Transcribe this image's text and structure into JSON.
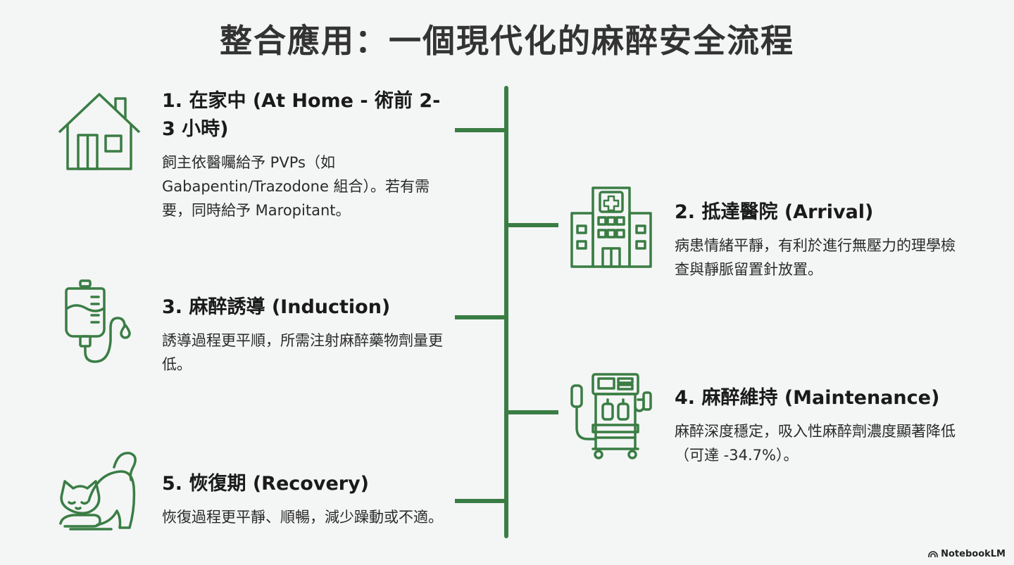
{
  "title": "整合應用：一個現代化的麻醉安全流程",
  "brand": "NotebookLM",
  "colors": {
    "accent": "#3a7d44",
    "text": "#1f1f1f",
    "background": "#f4f5f5"
  },
  "steps": [
    {
      "title": "1. 在家中 (At Home - 術前 2-3 小時)",
      "desc": "飼主依醫囑給予 PVPs（如 Gabapentin/Trazodone 組合）。若有需要，同時給予 Maropitant。",
      "icon": "house-icon"
    },
    {
      "title": "2. 抵達醫院 (Arrival)",
      "desc": "病患情緒平靜，有利於進行無壓力的理學檢查與靜脈留置針放置。",
      "icon": "hospital-icon"
    },
    {
      "title": "3. 麻醉誘導 (Induction)",
      "desc": "誘導過程更平順，所需注射麻醉藥物劑量更低。",
      "icon": "iv-drip-icon"
    },
    {
      "title": "4. 麻醉維持 (Maintenance)",
      "desc": "麻醉深度穩定，吸入性麻醉劑濃度顯著降低（可達 -34.7%）。",
      "icon": "anesthesia-machine-icon"
    },
    {
      "title": "5. 恢復期 (Recovery)",
      "desc": "恢復過程更平靜、順暢，減少躁動或不適。",
      "icon": "stretching-cat-icon"
    }
  ]
}
